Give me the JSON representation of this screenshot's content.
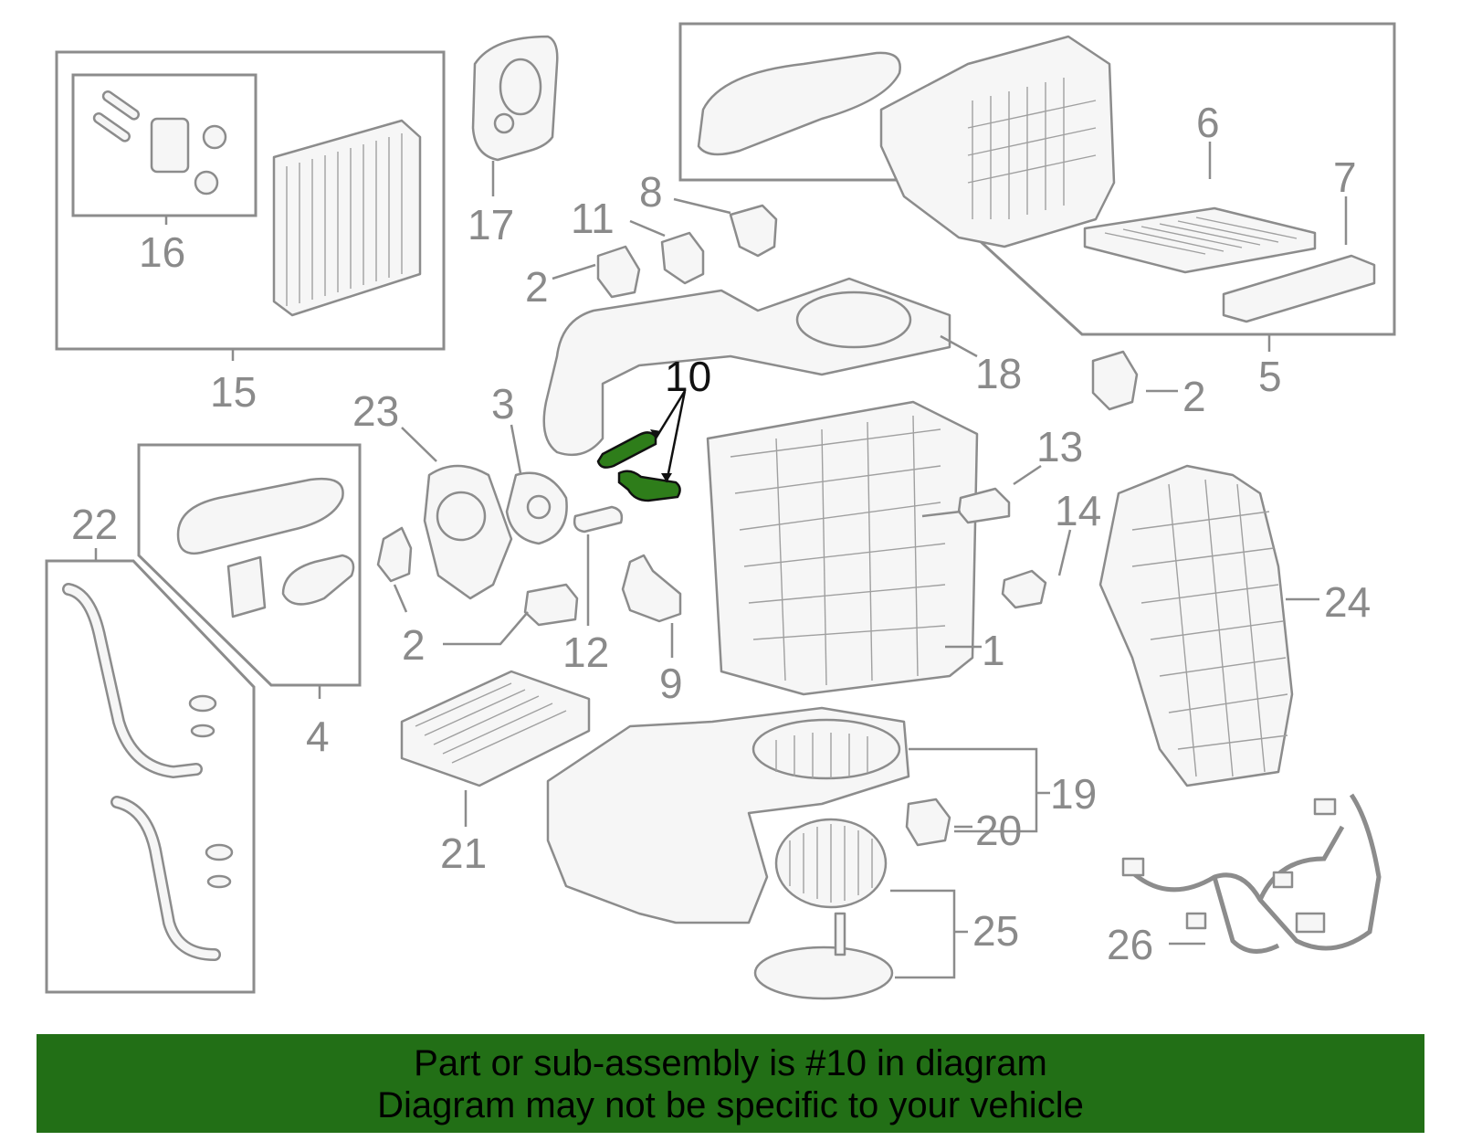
{
  "callouts": {
    "c1": "1",
    "c2a": "2",
    "c2b": "2",
    "c2c": "2",
    "c3": "3",
    "c4": "4",
    "c5": "5",
    "c6": "6",
    "c7": "7",
    "c8": "8",
    "c9": "9",
    "c10": "10",
    "c11": "11",
    "c12": "12",
    "c13": "13",
    "c14": "14",
    "c15": "15",
    "c16": "16",
    "c17": "17",
    "c18": "18",
    "c19": "19",
    "c20": "20",
    "c21": "21",
    "c22": "22",
    "c23": "23",
    "c24": "24",
    "c25": "25",
    "c26": "26"
  },
  "highlight_part": "10",
  "colors": {
    "banner_bg": "#226f16",
    "highlight": "#2e7d1a",
    "line_art": "#8c8c8c"
  },
  "banner": {
    "line1": "Part or sub-assembly is #10 in diagram",
    "line2": "Diagram may not be specific to your vehicle"
  }
}
